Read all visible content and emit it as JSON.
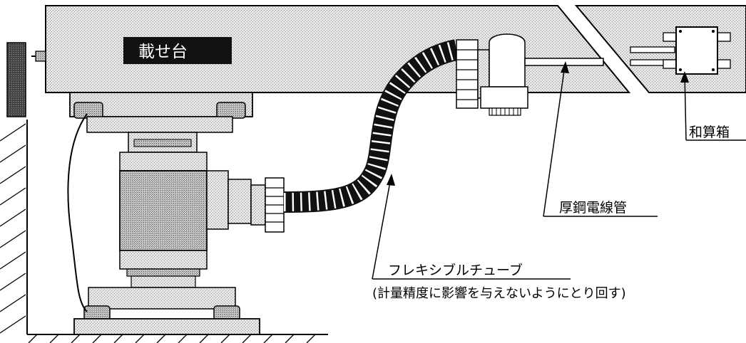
{
  "labels": {
    "platform": "載せ台",
    "summing_box": "和算箱",
    "conduit": "厚鋼電線管",
    "flex_tube": "フレキシブルチューブ",
    "flex_tube_note": "(計量精度に影響を与えないようにとり回す)"
  }
}
